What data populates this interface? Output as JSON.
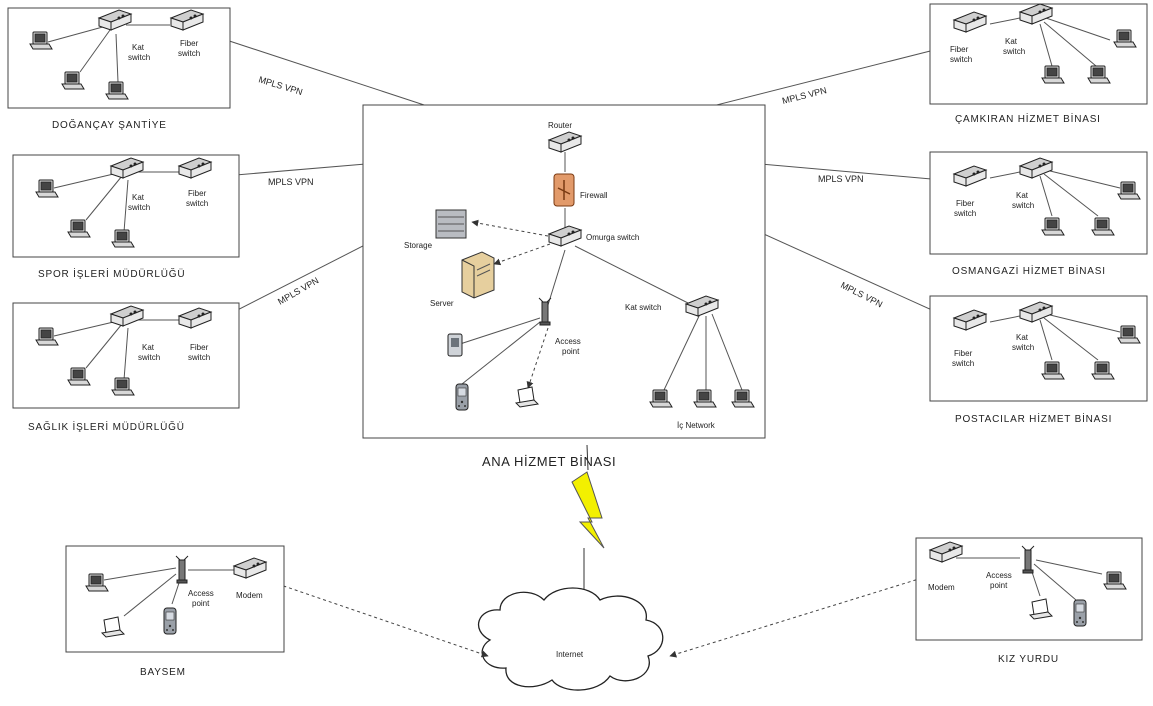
{
  "main": {
    "title": "ANA HİZMET BİNASI",
    "router": "Router",
    "firewall": "Firewall",
    "core_switch": "Omurga switch",
    "storage": "Storage",
    "server": "Server",
    "access_point": [
      "Access",
      "point"
    ],
    "floor_switch": "Kat switch",
    "internal_network": "İç Network"
  },
  "vpn_label": "MPLS VPN",
  "buildings": {
    "dogancay": "DOĞANÇAY ŞANTİYE",
    "spor": "SPOR İŞLERİ MÜDÜRLÜĞÜ",
    "saglik": "SAĞLIK İŞLERİ MÜDÜRLÜĞÜ",
    "camkiran": "ÇAMKIRAN HİZMET BİNASI",
    "osmangazi": "OSMANGAZİ HİZMET BİNASI",
    "postacilar": "POSTACILAR HİZMET BİNASI",
    "baysem": "BAYSEM",
    "kiz_yurdu": "KIZ YURDU"
  },
  "devices": {
    "kat": "Kat",
    "switch": "switch",
    "fiber": "Fiber",
    "access": "Access",
    "point": "point",
    "modem": "Modem"
  },
  "internet": "Internet"
}
